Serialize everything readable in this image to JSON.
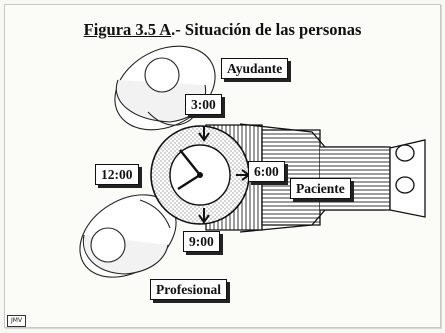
{
  "title": {
    "figure": "Figura 3.5 A",
    "text": ".- Situación de las personas"
  },
  "labels": {
    "assistant": "Ayudante",
    "patient": "Paciente",
    "professional": "Profesional",
    "pos_3": "3:00",
    "pos_6": "6:00",
    "pos_9": "9:00",
    "pos_12": "12:00"
  },
  "footer": {
    "initials": "JMV"
  }
}
